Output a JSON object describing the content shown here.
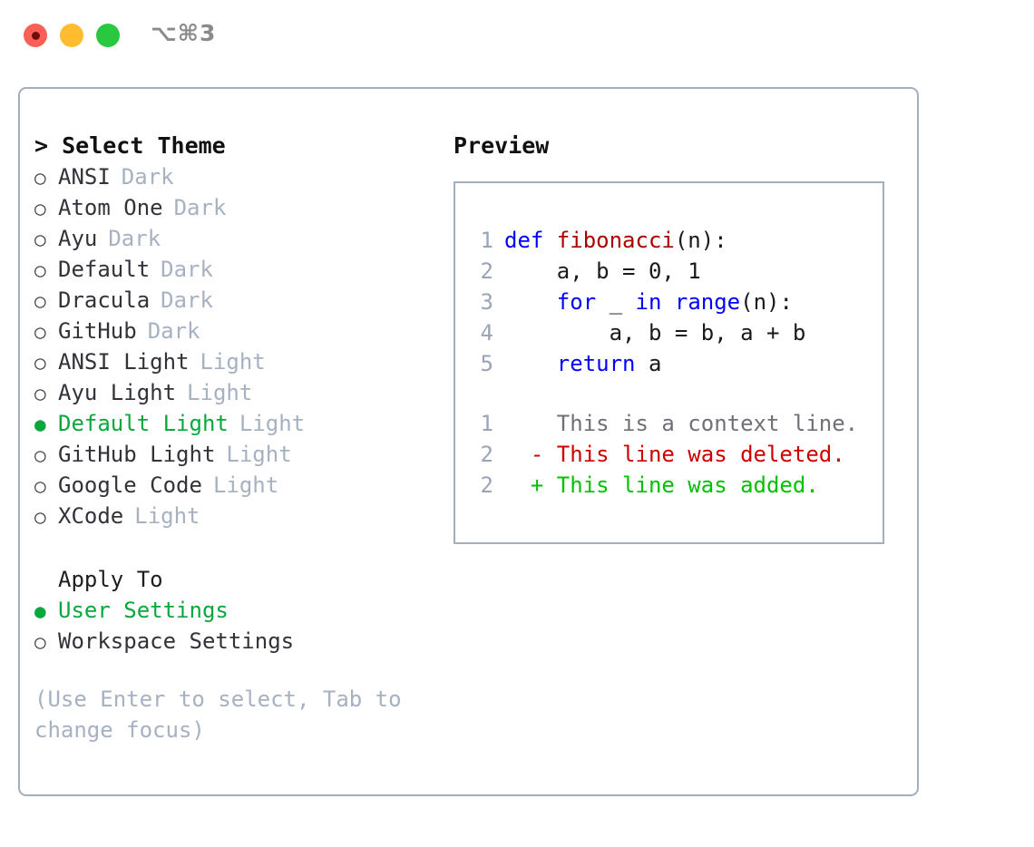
{
  "window": {
    "shortcut": "⌥⌘3",
    "traffic_lights": [
      {
        "name": "close",
        "color": "#ff5f57"
      },
      {
        "name": "minimize",
        "color": "#febc2e"
      },
      {
        "name": "maximize",
        "color": "#28c840"
      }
    ]
  },
  "colors": {
    "accent_green": "#09a83e",
    "border": "#a3aebf",
    "muted": "#a6b1c2",
    "keyword_blue": "#0000ff",
    "function_red": "#aa0000",
    "diff_delete": "#cc0000",
    "diff_add": "#00c000"
  },
  "theme_picker": {
    "header": "> Select Theme",
    "bullet_unselected": "○",
    "bullet_selected": "●",
    "items": [
      {
        "name": "ANSI",
        "variant": "Dark",
        "selected": false
      },
      {
        "name": "Atom One",
        "variant": "Dark",
        "selected": false
      },
      {
        "name": "Ayu",
        "variant": "Dark",
        "selected": false
      },
      {
        "name": "Default",
        "variant": "Dark",
        "selected": false
      },
      {
        "name": "Dracula",
        "variant": "Dark",
        "selected": false
      },
      {
        "name": "GitHub",
        "variant": "Dark",
        "selected": false
      },
      {
        "name": "ANSI Light",
        "variant": "Light",
        "selected": false
      },
      {
        "name": "Ayu Light",
        "variant": "Light",
        "selected": false
      },
      {
        "name": "Default Light",
        "variant": "Light",
        "selected": true
      },
      {
        "name": "GitHub Light",
        "variant": "Light",
        "selected": false
      },
      {
        "name": "Google Code",
        "variant": "Light",
        "selected": false
      },
      {
        "name": "XCode",
        "variant": "Light",
        "selected": false
      }
    ]
  },
  "apply_to": {
    "title": "Apply To",
    "items": [
      {
        "name": "User Settings",
        "selected": true
      },
      {
        "name": "Workspace Settings",
        "selected": false
      }
    ]
  },
  "hint": "(Use Enter to select, Tab to change focus)",
  "preview": {
    "title": "Preview",
    "code_lines": [
      {
        "num": "1",
        "tokens": [
          {
            "t": "def ",
            "k": "kw"
          },
          {
            "t": "fibonacci",
            "k": "fn"
          },
          {
            "t": "(n):",
            "k": "pl"
          }
        ]
      },
      {
        "num": "2",
        "tokens": [
          {
            "t": "    a, b = 0, 1",
            "k": "pl"
          }
        ]
      },
      {
        "num": "3",
        "tokens": [
          {
            "t": "    ",
            "k": "pl"
          },
          {
            "t": "for",
            "k": "kw"
          },
          {
            "t": " _ ",
            "k": "pl"
          },
          {
            "t": "in",
            "k": "kw"
          },
          {
            "t": " ",
            "k": "pl"
          },
          {
            "t": "range",
            "k": "kw"
          },
          {
            "t": "(n):",
            "k": "pl"
          }
        ]
      },
      {
        "num": "4",
        "tokens": [
          {
            "t": "        a, b = b, a + b",
            "k": "pl"
          }
        ]
      },
      {
        "num": "5",
        "tokens": [
          {
            "t": "    ",
            "k": "pl"
          },
          {
            "t": "return",
            "k": "kw"
          },
          {
            "t": " a",
            "k": "pl"
          }
        ]
      }
    ],
    "diff_lines": [
      {
        "num": "1",
        "marker": " ",
        "text": " This is a context line.",
        "kind": "ctx"
      },
      {
        "num": "2",
        "marker": "-",
        "text": " This line was deleted.",
        "kind": "del"
      },
      {
        "num": "2",
        "marker": "+",
        "text": " This line was added.",
        "kind": "add"
      }
    ]
  }
}
